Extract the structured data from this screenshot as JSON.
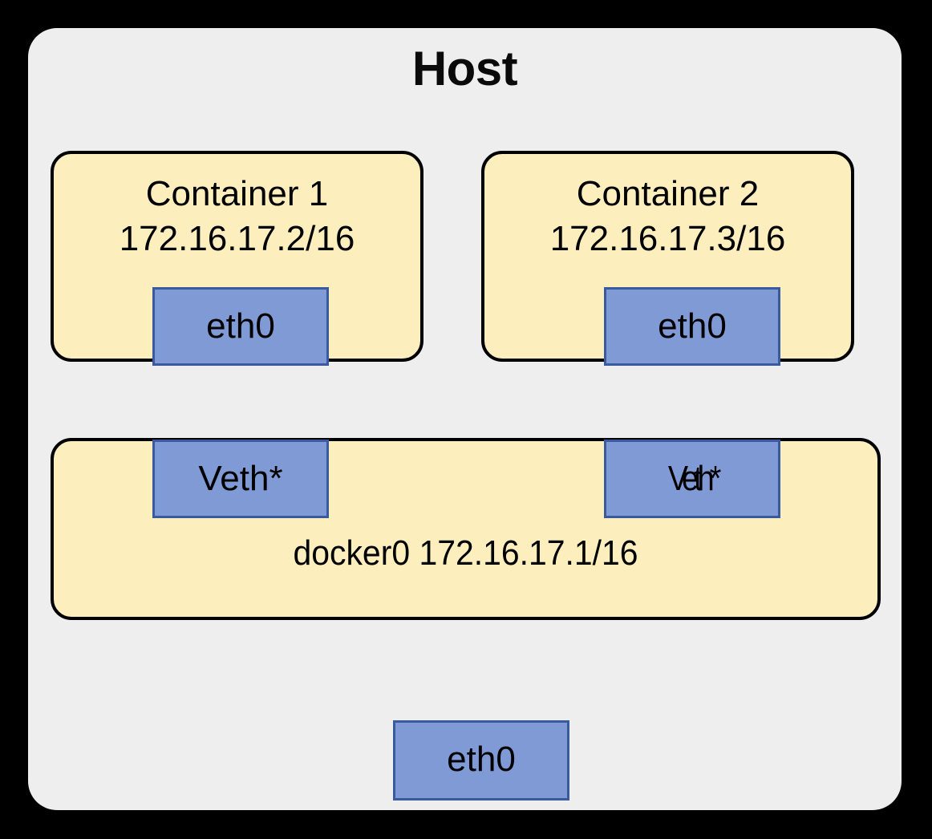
{
  "diagram": {
    "title": "Host",
    "host_panel": {
      "label": "Host",
      "background_color": "#eeeeee"
    },
    "containers": [
      {
        "name": "Container 1",
        "ip": "172.16.17.2/16",
        "interface": "eth0"
      },
      {
        "name": "Container 2",
        "ip": "172.16.17.3/16",
        "interface": "eth0"
      }
    ],
    "bridge": {
      "label": "docker0 172.16.17.1/16",
      "name": "docker0",
      "ip": "172.16.17.1/16",
      "veth_left": "Veth*",
      "veth_right": "Veth*"
    },
    "host_interface": "eth0",
    "colors": {
      "page_background": "#000000",
      "host_fill": "#eeeeee",
      "container_fill": "#fdeebe",
      "container_border": "#000000",
      "interface_fill": "#809ad6",
      "interface_border": "#3a5a9f",
      "text": "#000000"
    }
  }
}
